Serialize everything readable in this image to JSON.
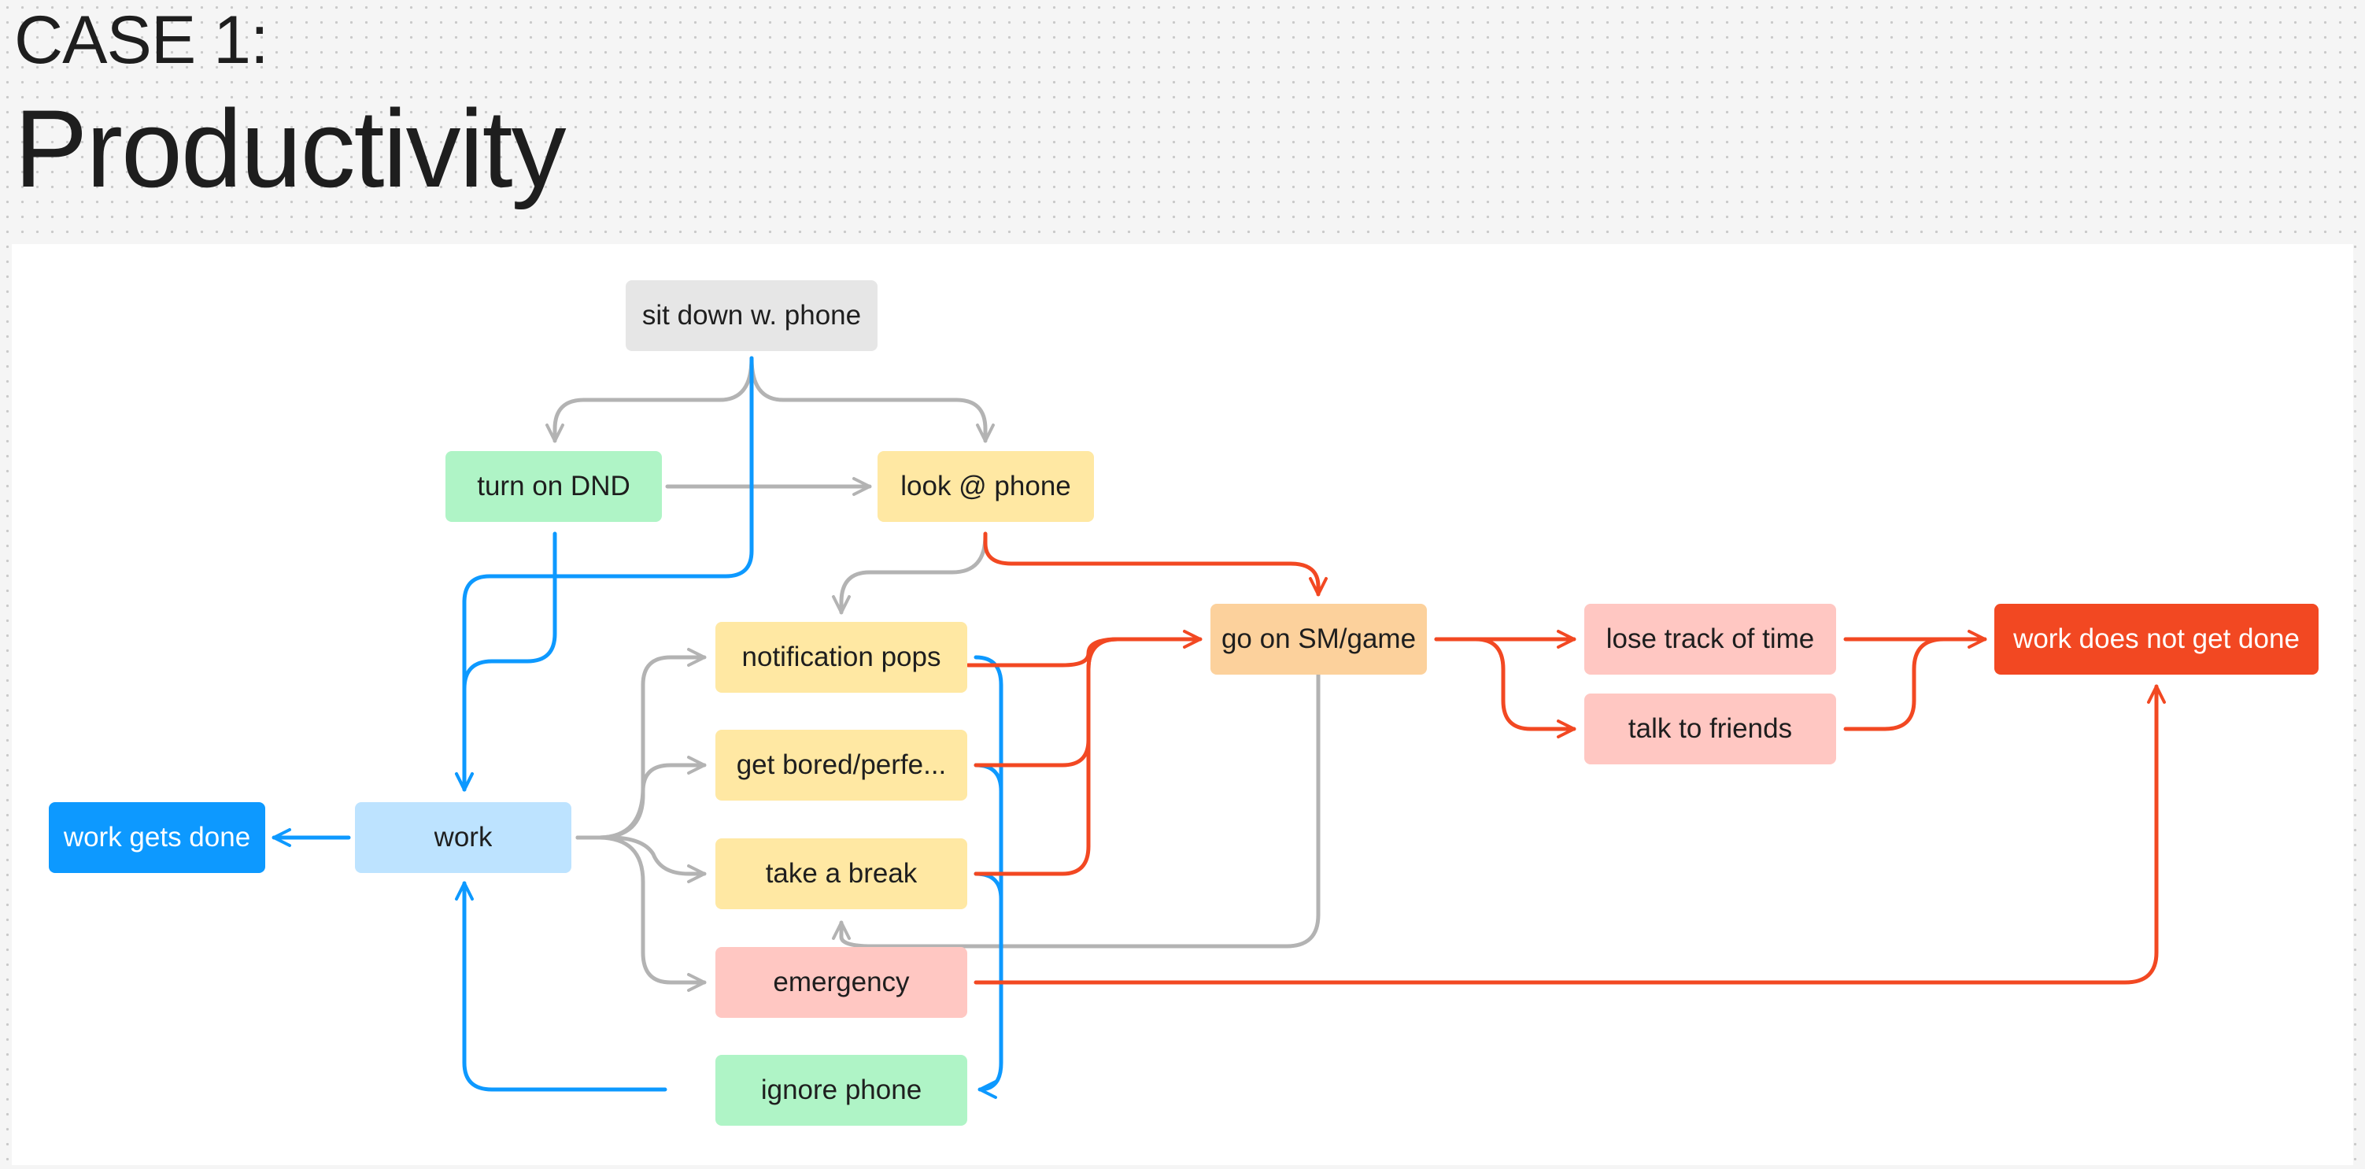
{
  "header": {
    "case_label": "CASE 1:",
    "title": "Productivity"
  },
  "colors": {
    "neutral_arrow": "#b3b3b3",
    "positive_arrow": "#0d99ff",
    "negative_arrow": "#f24822"
  },
  "nodes": {
    "sit_down": "sit down w. phone",
    "turn_on_dnd": "turn on DND",
    "look_at_phone": "look @ phone",
    "notification_pops": "notification pops",
    "get_bored": "get bored/perfe...",
    "take_a_break": "take a break",
    "emergency": "emergency",
    "ignore_phone": "ignore phone",
    "work": "work",
    "work_gets_done": "work gets done",
    "go_on_sm_game": "go on SM/game",
    "lose_track": "lose track of time",
    "talk_to_friends": "talk to friends",
    "work_not_done": "work does not get done"
  }
}
